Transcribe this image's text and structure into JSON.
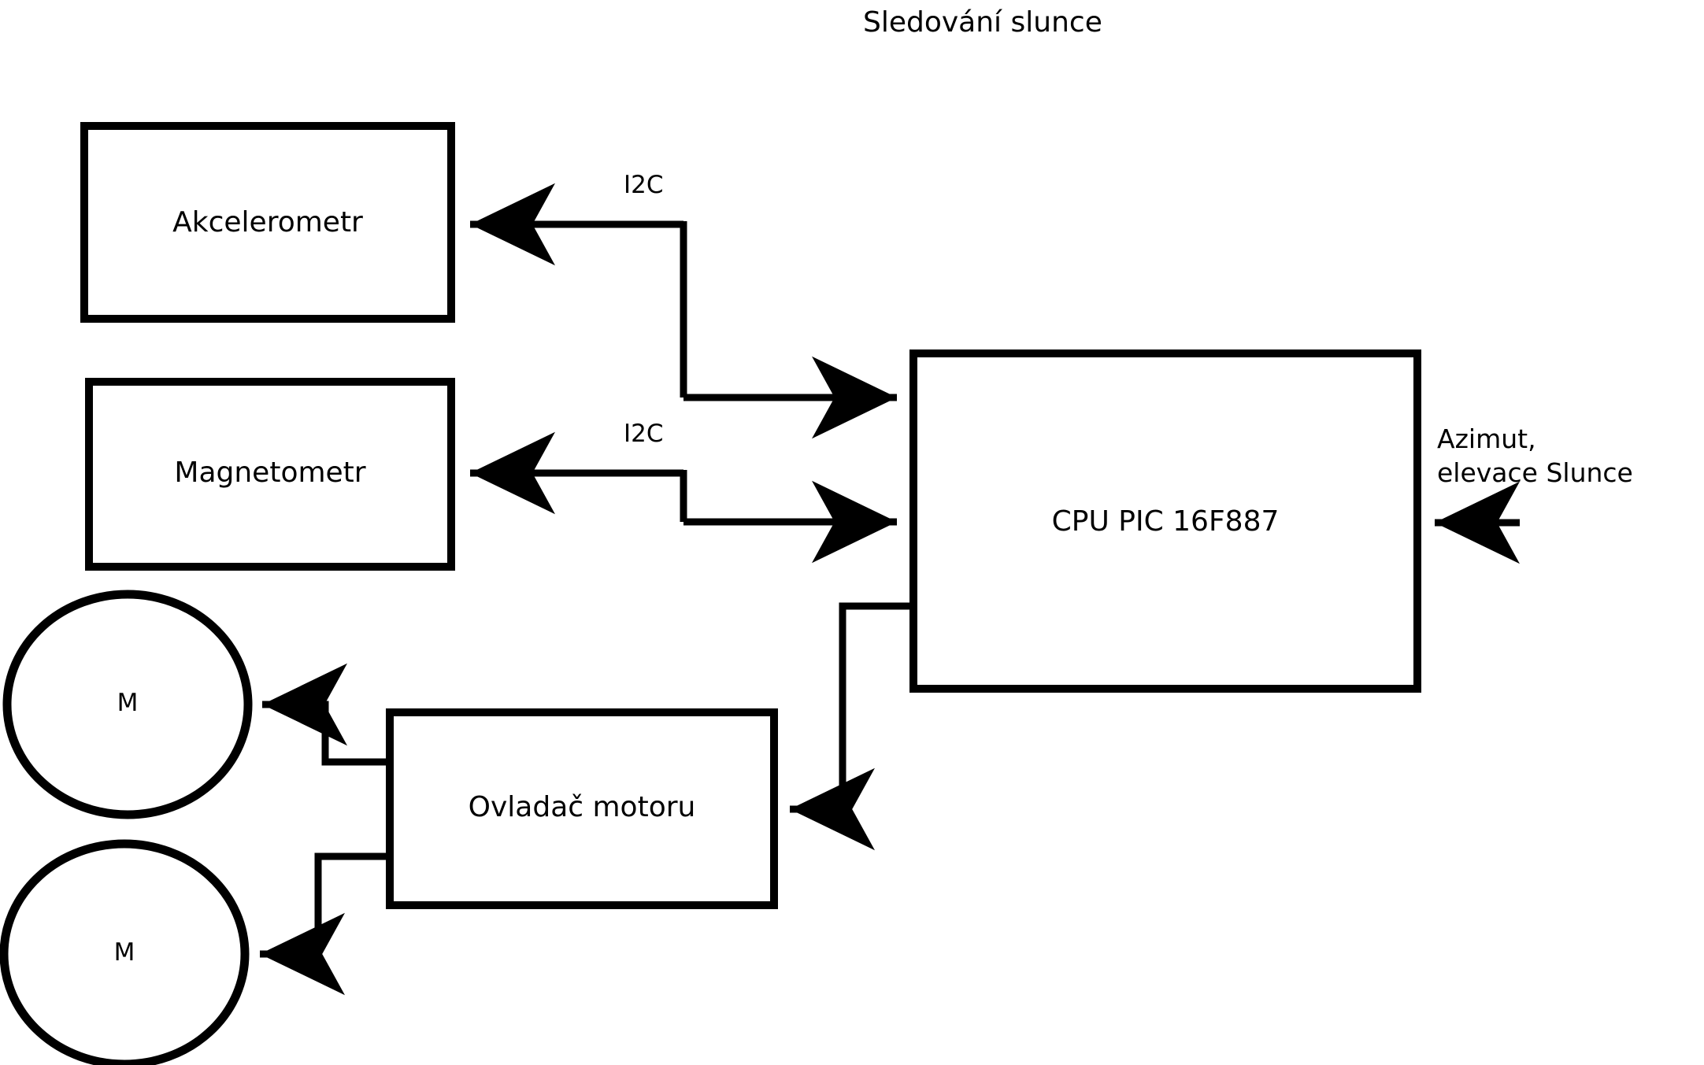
{
  "diagram": {
    "title": "Sledování slunce",
    "stroke_color": "#000000",
    "background_color": "#ffffff",
    "nodes": [
      {
        "id": "accelerometer",
        "label": "Akcelerometr",
        "shape": "rectangle"
      },
      {
        "id": "magnetometer",
        "label": "Magnetometr",
        "shape": "rectangle"
      },
      {
        "id": "cpu",
        "label": "CPU PIC 16F887",
        "shape": "rectangle"
      },
      {
        "id": "motor_driver",
        "label": "Ovladač motoru",
        "shape": "rectangle"
      },
      {
        "id": "motor_top",
        "label": "M",
        "shape": "circle"
      },
      {
        "id": "motor_bottom",
        "label": "M",
        "shape": "circle"
      }
    ],
    "edge_labels": {
      "accelerometer_bus": "I2C",
      "magnetometer_bus": "I2C"
    },
    "annotations": {
      "sun_input_line1": "Azimut,",
      "sun_input_line2": "elevace Slunce"
    },
    "edges": [
      {
        "from": "cpu",
        "to": "accelerometer",
        "label": "I2C",
        "direction": "to-accelerometer"
      },
      {
        "from": "accelerometer",
        "to": "cpu",
        "label": "I2C",
        "direction": "to-cpu"
      },
      {
        "from": "cpu",
        "to": "magnetometer",
        "label": "I2C",
        "direction": "to-magnetometer"
      },
      {
        "from": "magnetometer",
        "to": "cpu",
        "label": "I2C",
        "direction": "to-cpu"
      },
      {
        "from": "cpu",
        "to": "motor_driver",
        "label": "",
        "direction": "to-driver"
      },
      {
        "from": "motor_driver",
        "to": "motor_top",
        "label": "",
        "direction": "to-motor"
      },
      {
        "from": "motor_driver",
        "to": "motor_bottom",
        "label": "",
        "direction": "to-motor"
      },
      {
        "from": "external",
        "to": "cpu",
        "label": "Azimut, elevace Slunce",
        "direction": "to-cpu"
      }
    ]
  }
}
